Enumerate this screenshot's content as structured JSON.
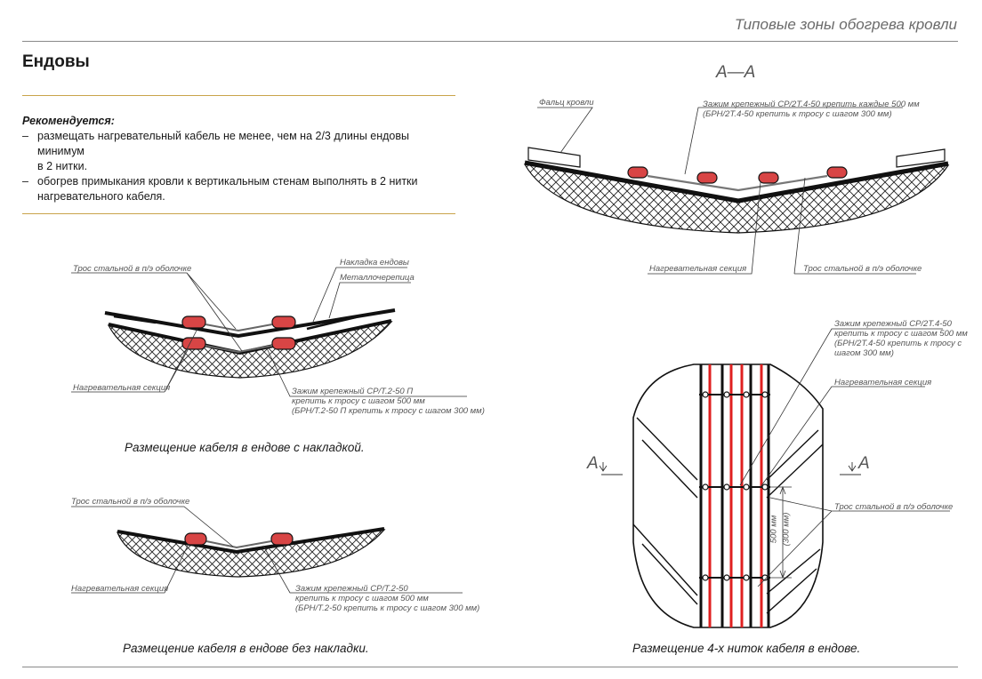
{
  "header": {
    "title": "Типовые зоны обогрева кровли"
  },
  "section": {
    "title": "Ендовы"
  },
  "recommend": {
    "heading": "Рекомендуется:",
    "items": [
      {
        "dash": "–",
        "line1": "размещать нагревательный кабель не менее, чем на 2/3 длины ендовы минимум",
        "line2": "в 2 нитки."
      },
      {
        "dash": "–",
        "line1": "обогрев примыкания кровли к вертикальным стенам выполнять в 2 нитки",
        "line2": "нагревательного кабеля."
      }
    ]
  },
  "fig1": {
    "caption": "Размещение кабеля в ендове с накладкой.",
    "label_cable": "Трос стальной в п/э оболочке",
    "label_overlay": "Накладка ендовы",
    "label_metal": "Металлочерепица",
    "label_section": "Нагревательная секция",
    "label_clamp1": "Зажим крепежный СР/Т.2-50 П",
    "label_clamp2": "крепить к тросу с шагом 500 мм",
    "label_clamp3": "(БРН/Т.2-50 П крепить к тросу с шагом 300 мм)"
  },
  "fig2": {
    "caption": "Размещение кабеля в ендове без накладки.",
    "label_cable": "Трос стальной в п/э оболочке",
    "label_section": "Нагревательная секция",
    "label_clamp1": "Зажим крепежный СР/Т.2-50",
    "label_clamp2": "крепить к тросу с шагом 500 мм",
    "label_clamp3": "(БРН/Т.2-50 крепить к тросу с шагом 300 мм)"
  },
  "fig3": {
    "title": "А—А",
    "label_fold": "Фальц кровли",
    "label_clamp1": "Зажим крепежный СР/2Т.4-50 крепить каждые 500 мм",
    "label_clamp2": "(БРН/2Т.4-50 крепить к тросу с шагом 300 мм)",
    "label_section": "Нагревательная секция",
    "label_cable": "Трос стальной в п/э оболочке"
  },
  "fig4": {
    "caption": "Размещение 4-х ниток кабеля в ендове.",
    "section_left": "А",
    "section_right": "А",
    "label_clamp1": "Зажим крепежный СР/2Т.4-50",
    "label_clamp2": "крепить к тросу с шагом 500 мм",
    "label_clamp3": "(БРН/2Т.4-50 крепить к тросу с",
    "label_clamp4": "шагом 300 мм)",
    "label_section": "Нагревательная секция",
    "label_cable": "Трос стальной в п/э оболочке",
    "dim1": "500 мм",
    "dim2": "(300 мм)"
  }
}
